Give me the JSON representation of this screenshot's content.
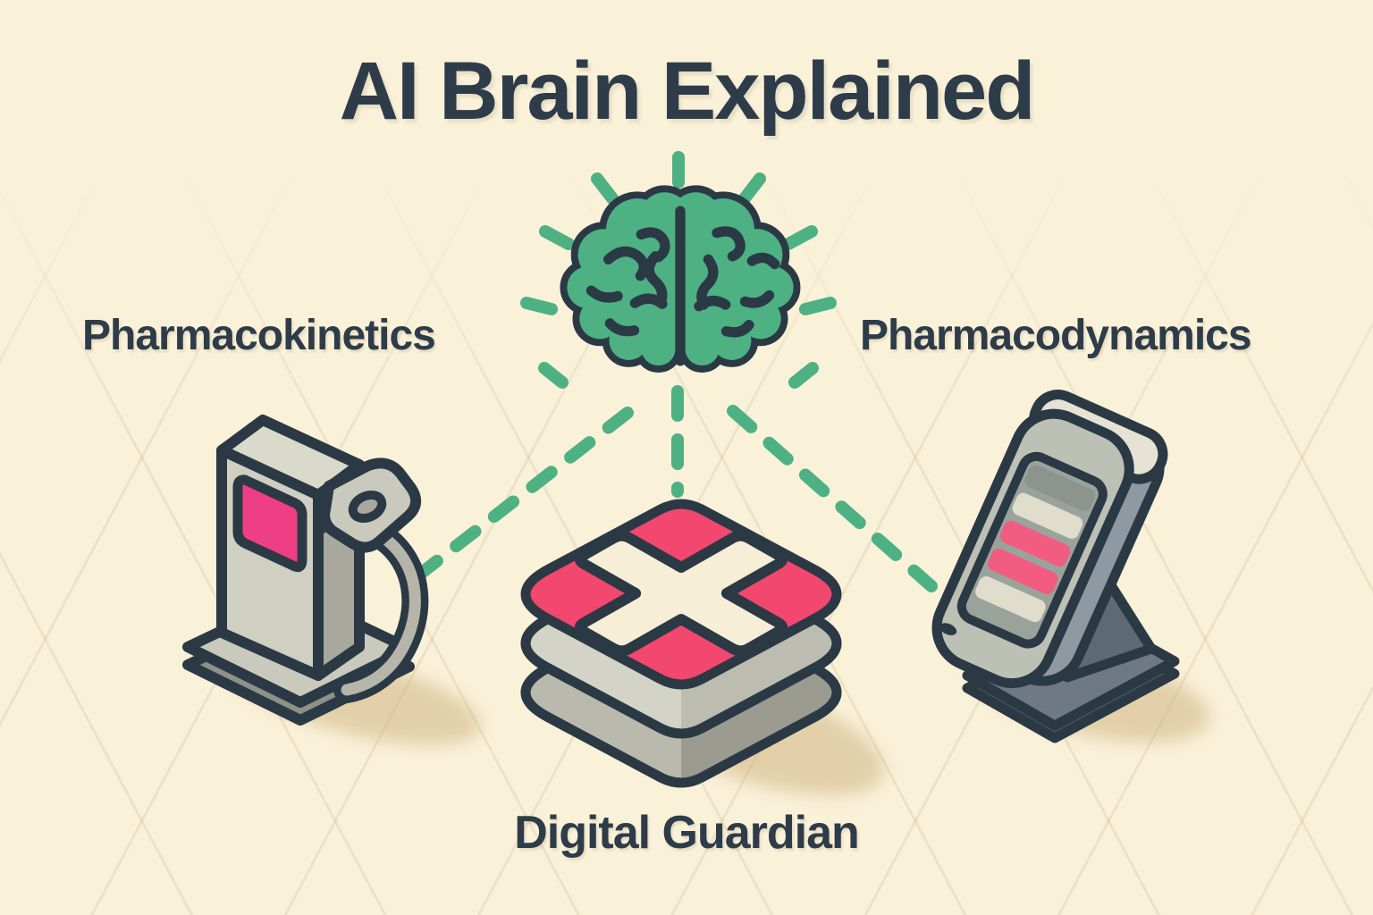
{
  "title": "AI Brain Explained",
  "labels": {
    "left": "Pharmacokinetics",
    "right": "Pharmacodynamics",
    "bottom": "Digital Guardian"
  },
  "icons": {
    "center": "brain-icon",
    "pharmacokinetics": "fuel-pump-icon",
    "digital_guardian": "first-aid-kit-icon",
    "pharmacodynamics": "card-reader-icon"
  },
  "palette": {
    "background": "#FAF1D9",
    "outline": "#2B3945",
    "text": "#2E3C49",
    "green": "#4DB183",
    "pink": "#F2476F",
    "screen_pink": "#EE3F85",
    "bar_pink": "#F25C80",
    "gray_light": "#CFCFC2",
    "gray_mid": "#A8A89E",
    "gray_dark": "#8F9087",
    "slate": "#5D6A74",
    "cream": "#F7EED7"
  }
}
